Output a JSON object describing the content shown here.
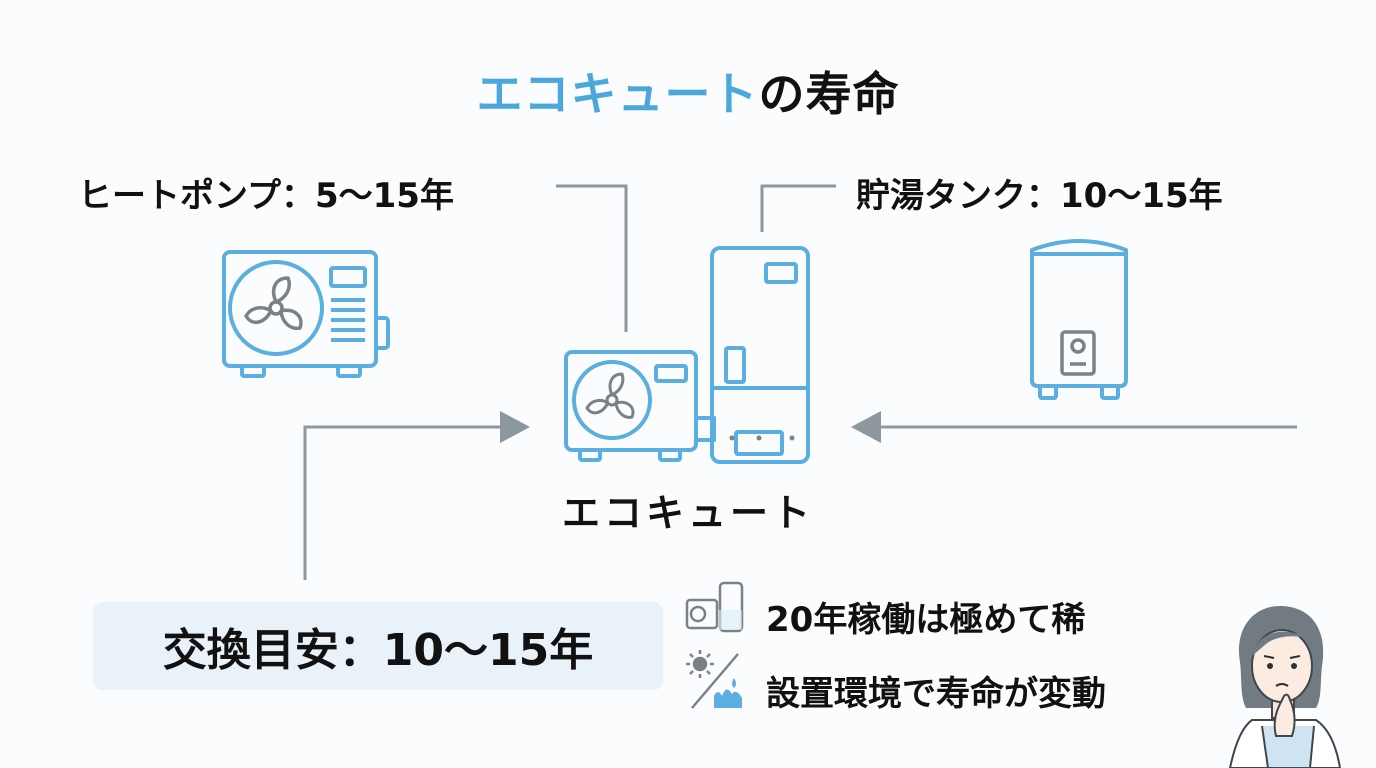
{
  "title": {
    "accent": "エコキュート",
    "rest": "の寿命"
  },
  "heat_pump": {
    "label": "ヒートポンプ：5〜15年",
    "icon": "heat-pump-outdoor-unit-icon"
  },
  "storage_tank": {
    "label": "貯湯タンク：10〜15年",
    "icon": "hot-water-storage-tank-icon"
  },
  "center": {
    "label": "エコキュート",
    "icon": "ecocute-system-icon"
  },
  "replacement": {
    "label": "交換目安：10〜15年"
  },
  "notes": [
    {
      "text": "20年稼働は極めて稀",
      "icon": "ecocute-mini-icon"
    },
    {
      "text": "設置環境で寿命が変動",
      "icon": "sun-and-water-icon"
    }
  ],
  "person": {
    "icon": "thinking-woman-icon"
  },
  "colors": {
    "accent": "#4ca7dc",
    "line": "#8c979e",
    "icon_stroke": "#5aaee0",
    "icon_gray": "#7b8186",
    "box_bg": "#e8f2f8"
  }
}
